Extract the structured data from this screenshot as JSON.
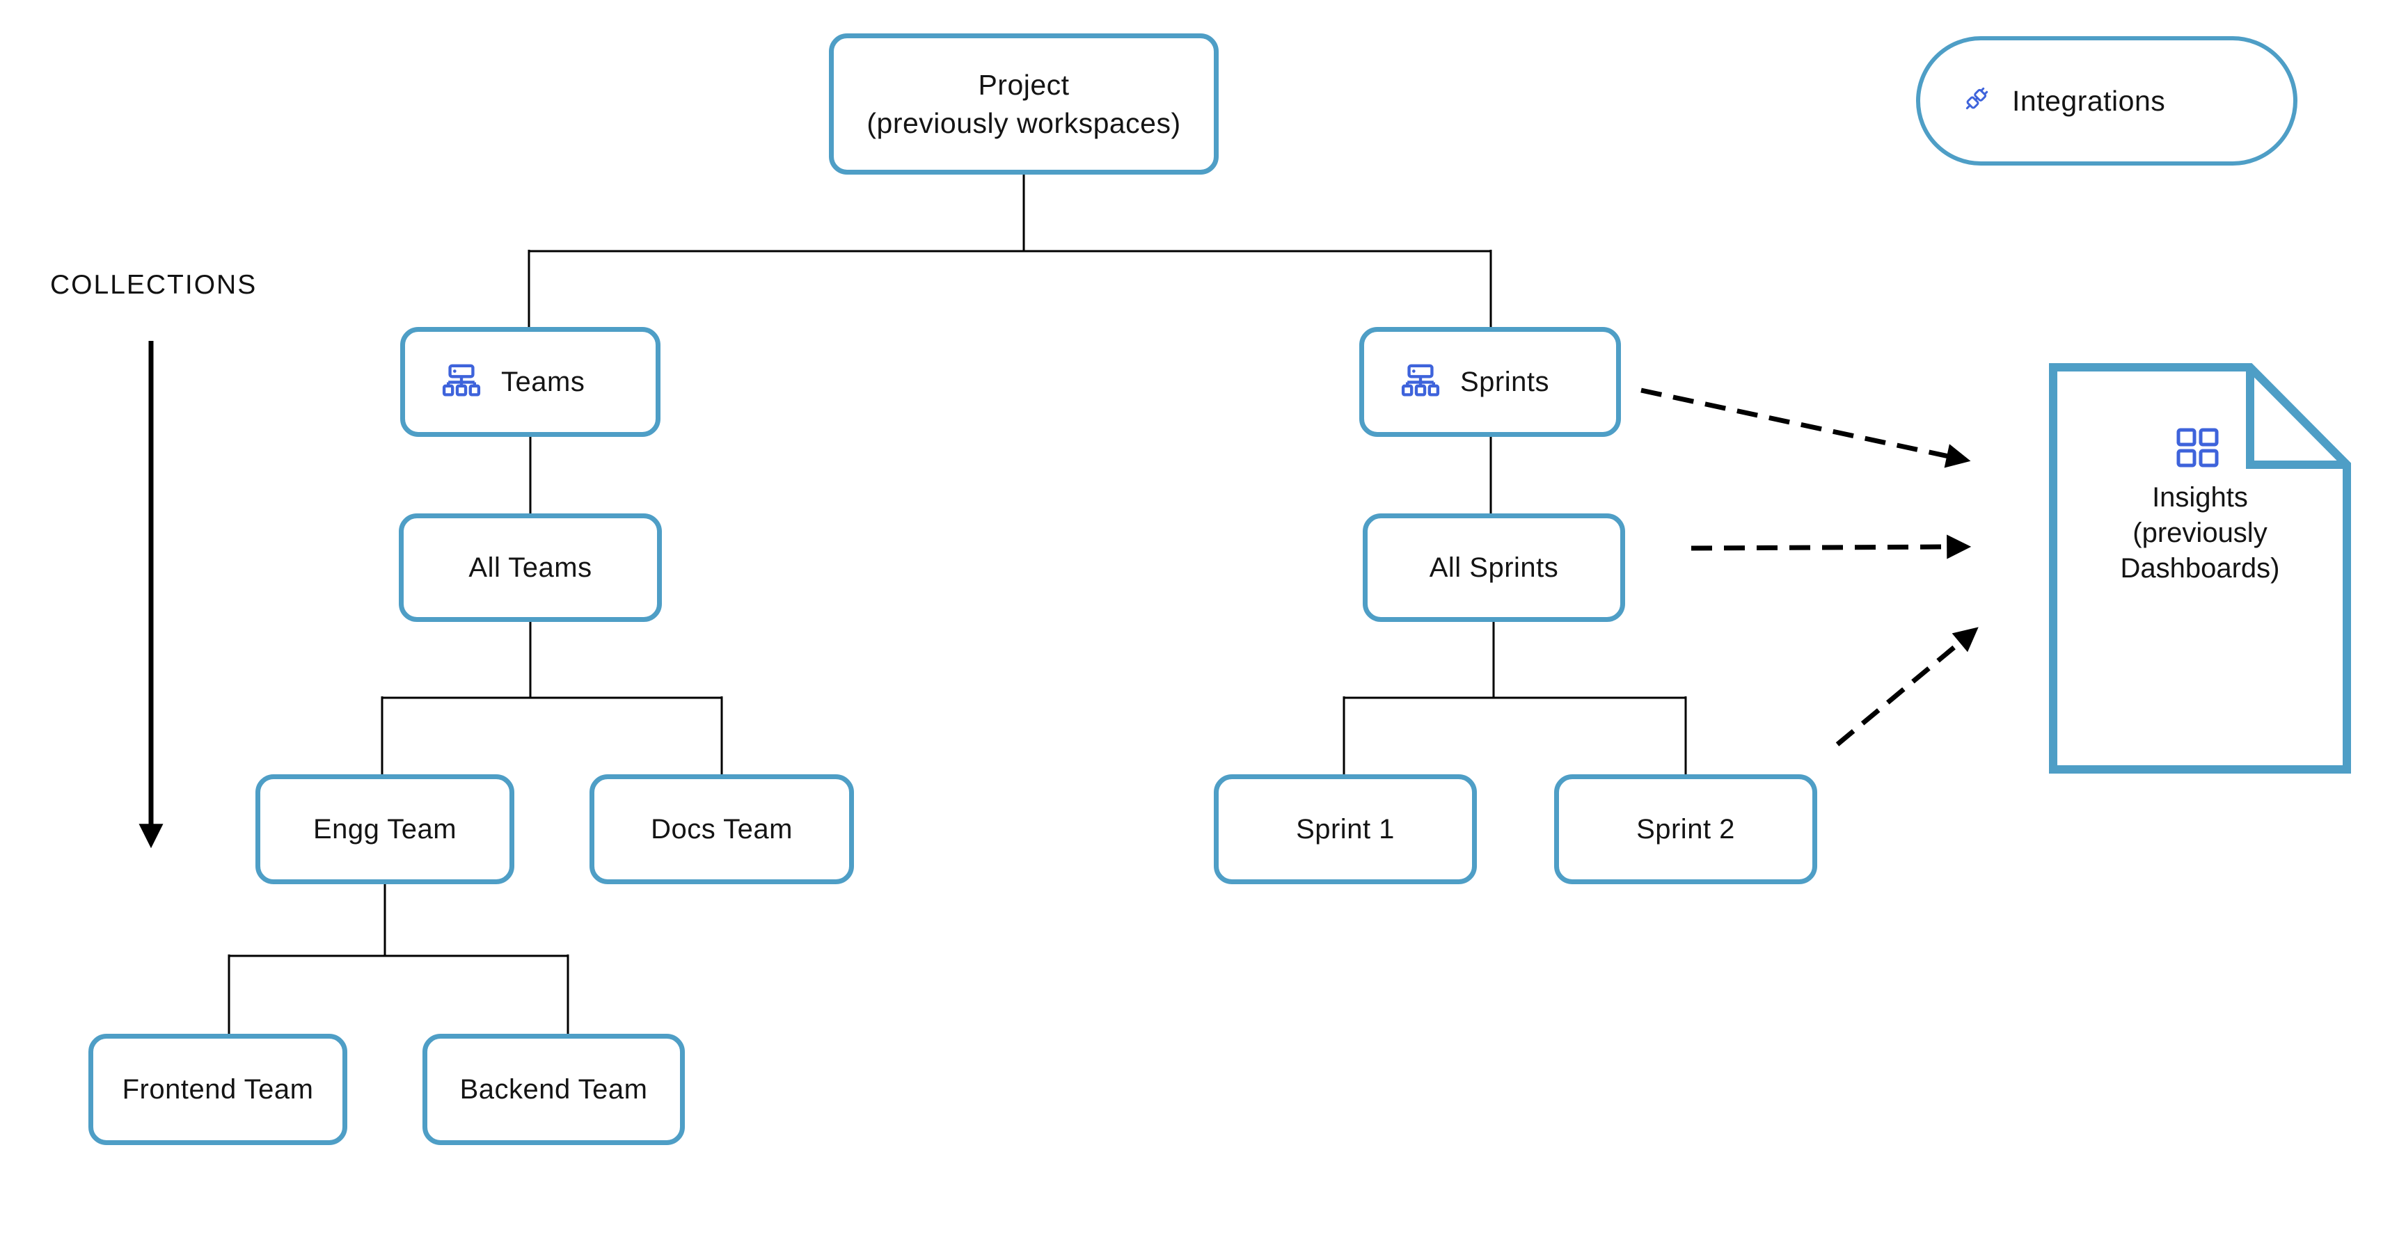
{
  "diagram": {
    "collections_label": "COLLECTIONS",
    "colors": {
      "box_border": "#4E9EC6",
      "icon_blue": "#3E63DB",
      "line": "#000000",
      "text": "#141414"
    },
    "nodes": {
      "project": {
        "title": "Project",
        "subtitle": "(previously workspaces)"
      },
      "integrations": {
        "label": "Integrations",
        "icon": "plugin-icon"
      },
      "teams": {
        "label": "Teams",
        "icon": "sitemap-icon"
      },
      "all_teams": {
        "label": "All Teams"
      },
      "engg_team": {
        "label": "Engg Team"
      },
      "docs_team": {
        "label": "Docs Team"
      },
      "frontend_team": {
        "label": "Frontend Team"
      },
      "backend_team": {
        "label": "Backend Team"
      },
      "sprints": {
        "label": "Sprints",
        "icon": "sitemap-icon"
      },
      "all_sprints": {
        "label": "All Sprints"
      },
      "sprint_1": {
        "label": "Sprint 1"
      },
      "sprint_2": {
        "label": "Sprint 2"
      },
      "insights": {
        "title": "Insights",
        "subtitle_lines": [
          "(previously",
          "Dashboards)"
        ],
        "icon": "dashboard-grid-icon"
      }
    },
    "edges": {
      "solid": [
        {
          "from": "Project",
          "to": "Teams"
        },
        {
          "from": "Project",
          "to": "Sprints"
        },
        {
          "from": "Teams",
          "to": "All Teams"
        },
        {
          "from": "All Teams",
          "to": "Engg Team"
        },
        {
          "from": "All Teams",
          "to": "Docs Team"
        },
        {
          "from": "Engg Team",
          "to": "Frontend Team"
        },
        {
          "from": "Engg Team",
          "to": "Backend Team"
        },
        {
          "from": "Sprints",
          "to": "All Sprints"
        },
        {
          "from": "All Sprints",
          "to": "Sprint 1"
        },
        {
          "from": "All Sprints",
          "to": "Sprint 2"
        }
      ],
      "dashed": [
        {
          "from": "Sprints",
          "to": "Insights"
        },
        {
          "from": "All Sprints",
          "to": "Insights"
        },
        {
          "from": "Sprint 2",
          "to": "Insights"
        }
      ]
    }
  }
}
